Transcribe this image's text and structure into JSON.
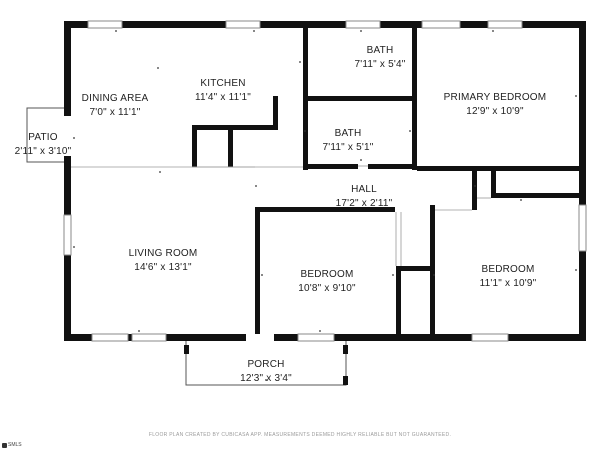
{
  "rooms": {
    "patio": {
      "name": "PATIO",
      "dims": "2'11\" x 3'10\""
    },
    "dining": {
      "name": "DINING AREA",
      "dims": "7'0\" x 11'1\""
    },
    "kitchen": {
      "name": "KITCHEN",
      "dims": "11'4\" x 11'1\""
    },
    "bath_upper": {
      "name": "BATH",
      "dims": "7'11\" x 5'4\""
    },
    "bath_lower": {
      "name": "BATH",
      "dims": "7'11\" x 5'1\""
    },
    "primary_bedroom": {
      "name": "PRIMARY BEDROOM",
      "dims": "12'9\" x 10'9\""
    },
    "hall": {
      "name": "HALL",
      "dims": "17'2\" x 2'11\""
    },
    "living": {
      "name": "LIVING ROOM",
      "dims": "14'6\" x 13'1\""
    },
    "bedroom_mid": {
      "name": "BEDROOM",
      "dims": "10'8\" x 9'10\""
    },
    "bedroom_right": {
      "name": "BEDROOM",
      "dims": "11'1\" x 10'9\""
    },
    "porch": {
      "name": "PORCH",
      "dims": "12'3\" x 3'4\""
    }
  },
  "footer": {
    "credit": "FLOOR PLAN CREATED BY CUBICASA APP. MEASUREMENTS DEEMED HIGHLY RELIABLE BUT NOT GUARANTEED."
  },
  "corner_mark": {
    "text": "SMLS"
  },
  "colors": {
    "wall": "#111111",
    "window": "#8a8a8a",
    "thin": "#555555"
  }
}
